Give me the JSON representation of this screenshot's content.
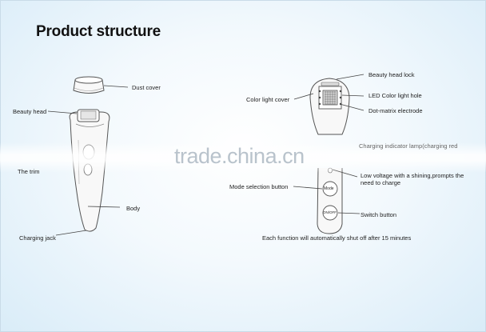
{
  "title": "Product structure",
  "watermark": "trade.china.cn",
  "labels": {
    "dust_cover": "Dust cover",
    "beauty_head": "Beauty head",
    "the_trim": "The  trim",
    "body": "Body",
    "charging_jack": "Charging jack",
    "beauty_head_lock": "Beauty head lock",
    "color_light_cover": "Color light cover",
    "led_color_light_hole": "LED Color light hole",
    "dot_matrix_electrode": "Dot-matrix electrode",
    "charging_indicator": "Charging indicator lamp(charging red",
    "low_voltage": "Low voltage with a shining,prompts the need to charge",
    "mode_selection_button": "Mode selection button",
    "switch_button": "Switch button",
    "auto_shutoff": "Each function will automatically shut off after 15 minutes"
  },
  "button_text": {
    "mode": "Mode",
    "on_off": "ON/OFF"
  }
}
